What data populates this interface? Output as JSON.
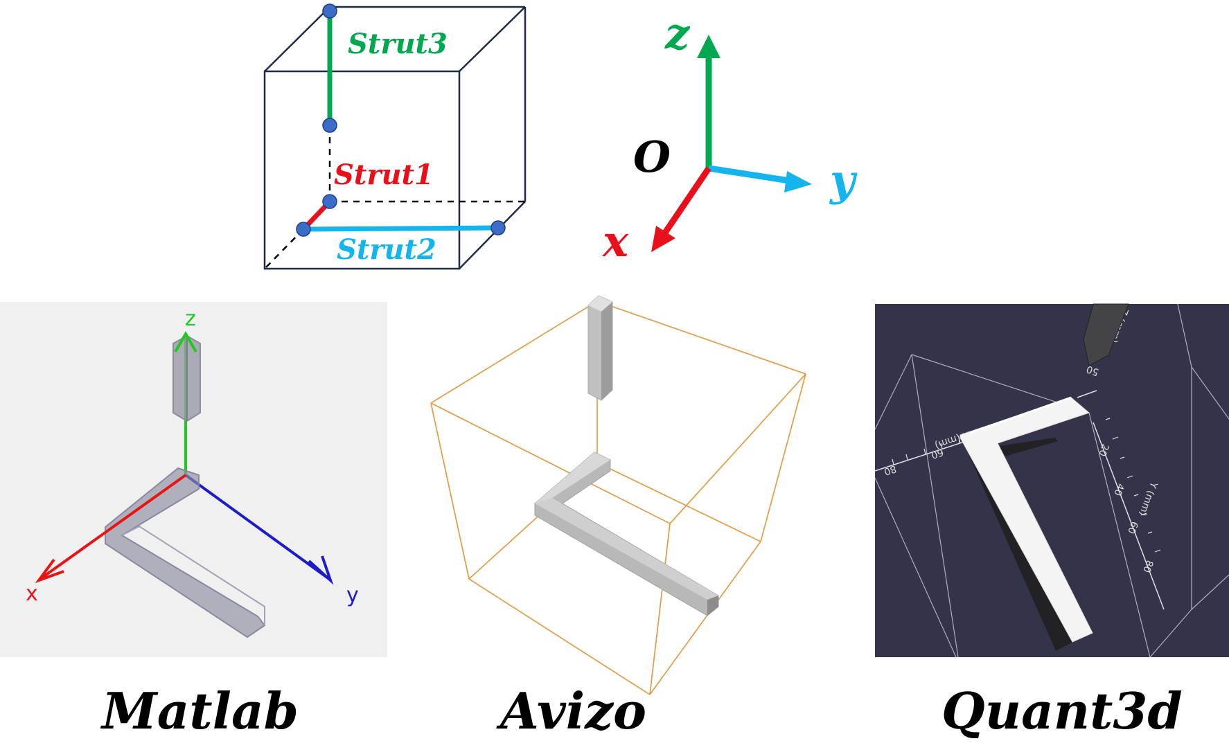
{
  "schematic": {
    "struts": [
      {
        "label": "Strut3",
        "color": "#00a84f"
      },
      {
        "label": "Strut1",
        "color": "#e8101a"
      },
      {
        "label": "Strut2",
        "color": "#14b4ee"
      }
    ],
    "box_color": "#1f2a44",
    "node_color": "#3a6cc8"
  },
  "axes": {
    "origin": "O",
    "x": {
      "label": "x",
      "color": "#e8101a"
    },
    "y": {
      "label": "y",
      "color": "#14b4ee"
    },
    "z": {
      "label": "z",
      "color": "#00a84f"
    }
  },
  "panels": [
    {
      "caption": "Matlab",
      "axes": {
        "x": "x",
        "y": "y",
        "z": "z"
      },
      "background": "#f0f0f0"
    },
    {
      "caption": "Avizo",
      "box_color": "#e0a050"
    },
    {
      "caption": "Quant3d",
      "background": "#33334a",
      "ticks": [
        "80",
        "60",
        "20",
        "40",
        "60",
        "80",
        "50"
      ],
      "axis_titles": [
        "X (mm)",
        "Y (mm)",
        "Z (mm)"
      ]
    }
  ]
}
